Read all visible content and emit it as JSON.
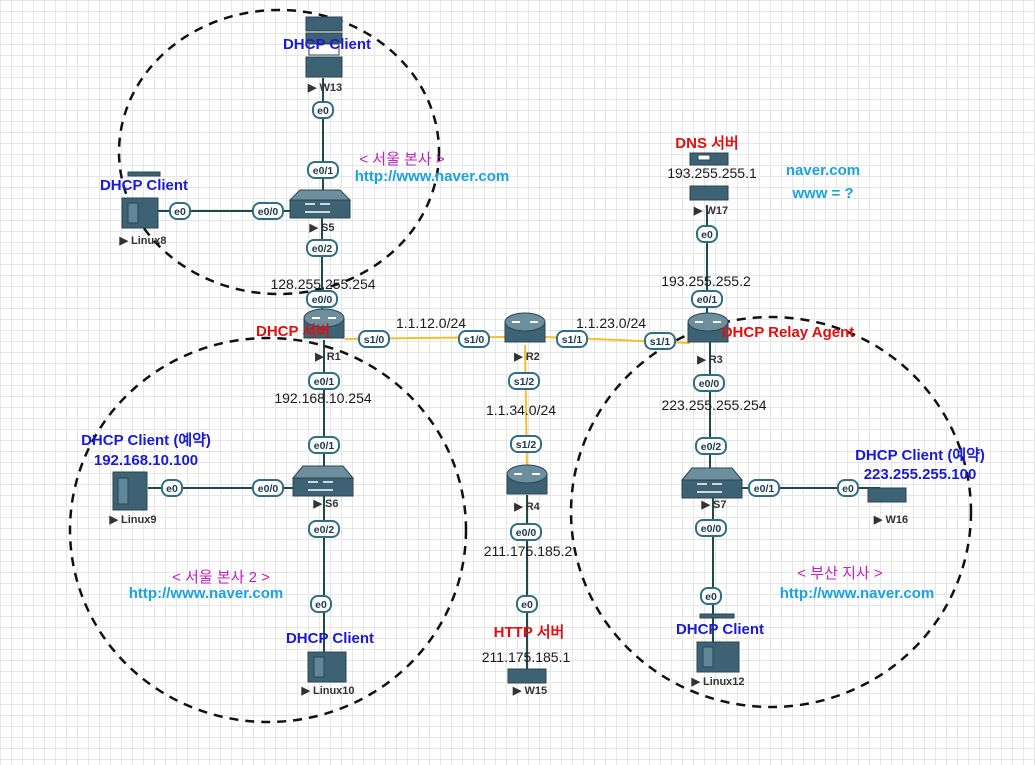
{
  "zones": {
    "seoul_hq": {
      "name": "< 서울 본사 >",
      "url": "http://www.naver.com"
    },
    "seoul_hq2": {
      "name": "< 서울 본사 2 >",
      "url": "http://www.naver.com"
    },
    "busan": {
      "name": "< 부산 지사 >",
      "url": "http://www.naver.com"
    }
  },
  "devices": {
    "W13": {
      "name": "W13",
      "role": "DHCP Client"
    },
    "Linux8": {
      "name": "Linux8",
      "role": "DHCP Client"
    },
    "S5": {
      "name": "S5"
    },
    "R1": {
      "name": "R1",
      "role": "DHCP 서버"
    },
    "R2": {
      "name": "R2"
    },
    "R3": {
      "name": "R3",
      "role": "DHCP Relay Agent"
    },
    "R4": {
      "name": "R4"
    },
    "W17": {
      "name": "W17",
      "role": "DNS 서버",
      "ip": "193.255.255.1"
    },
    "S6": {
      "name": "S6"
    },
    "Linux9": {
      "name": "Linux9",
      "role": "DHCP Client (예약)",
      "ip": "192.168.10.100"
    },
    "Linux10": {
      "name": "Linux10",
      "role": "DHCP Client"
    },
    "W15": {
      "name": "W15",
      "role": "HTTP 서버",
      "ip": "211.175.185.1"
    },
    "S7": {
      "name": "S7"
    },
    "W16": {
      "name": "W16",
      "role": "DHCP Client (예약)",
      "ip": "223.255.255.100"
    },
    "Linux12": {
      "name": "Linux12",
      "role": "DHCP Client"
    }
  },
  "dns_note": {
    "line1": "naver.com",
    "line2": "www = ?"
  },
  "networks": {
    "r1_r2": "1.1.12.0/24",
    "r2_r3": "1.1.23.0/24",
    "r2_r4": "1.1.34.0/24"
  },
  "addresses": {
    "r1_e00": "128.255.255.254",
    "r1_e01": "192.168.10.254",
    "r3_e01": "193.255.255.2",
    "r3_e00": "223.255.255.254",
    "r4_e00": "211.175.185.2"
  },
  "ports": {
    "w13_e0": "e0",
    "s5_e01": "e0/1",
    "linux8_e0": "e0",
    "s5_e00": "e0/0",
    "s5_e02": "e0/2",
    "r1_e00": "e0/0",
    "r1_s10": "s1/0",
    "r2_s10": "s1/0",
    "r2_s11": "s1/1",
    "r3_s11": "s1/1",
    "r2_s12": "s1/2",
    "r4_s12": "s1/2",
    "r1_e01": "e0/1",
    "s6_e01": "e0/1",
    "linux9_e0": "e0",
    "s6_e00": "e0/0",
    "s6_e02": "e0/2",
    "linux10_e0": "e0",
    "r4_e00": "e0/0",
    "w15_e0": "e0",
    "w17_e0": "e0",
    "r3_e01": "e0/1",
    "r3_e00": "e0/0",
    "s7_e02": "e0/2",
    "s7_e01": "e0/1",
    "w16_e0": "e0",
    "s7_e00": "e0/0",
    "linux12_e0": "e0"
  },
  "colors": {
    "dashed_circle": "#111111",
    "serial_link": "#f2c02a",
    "ethernet_link": "#1a4a4a",
    "device": "#3d6273",
    "port_badge_border": "#2f6f86"
  }
}
